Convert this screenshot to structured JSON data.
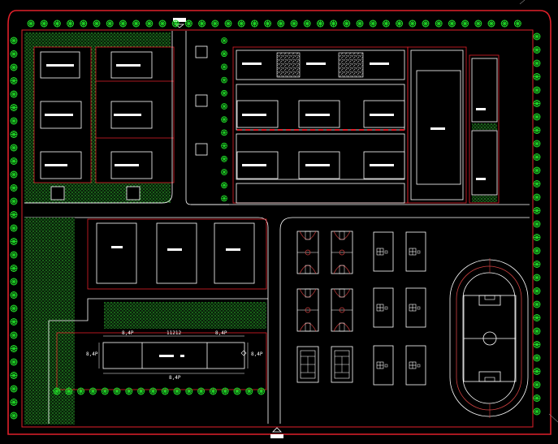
{
  "colors": {
    "background": "#000000",
    "boundary": "#e0202a",
    "road": "#ffffff",
    "grass": "#27c12a",
    "tree": "#1fd827",
    "building": "#ffffff",
    "court": "#ffffff",
    "sport": "#d04040"
  },
  "dimensions": {
    "total_width": "11212",
    "bay_top_left": "8,4P",
    "bay_top_right": "8,4P",
    "side_left": "8,4P",
    "side_right": "8,4P",
    "bottom": "8,4P"
  },
  "icons": {
    "north_entrance": "gate-marker-icon",
    "south_entrance": "gate-marker-icon",
    "tree": "tree-icon"
  }
}
